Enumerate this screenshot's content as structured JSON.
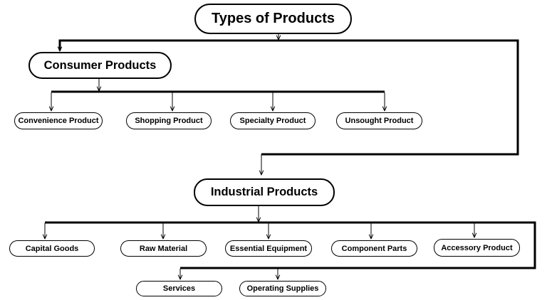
{
  "diagram": {
    "title": "Types of Products",
    "consumer": {
      "label": "Consumer Products",
      "items": [
        "Convenience Product",
        "Shopping Product",
        "Specialty Product",
        "Unsought Product"
      ]
    },
    "industrial": {
      "label": "Industrial Products",
      "items_row1": [
        "Capital Goods",
        "Raw Material",
        "Essential Equipment",
        "Component Parts",
        "Accessory Product"
      ],
      "items_row2": [
        "Services",
        "Operating Supplies"
      ]
    }
  },
  "colors": {
    "line": "#000000",
    "node_fill": "#ffffff",
    "text": "#000000"
  }
}
